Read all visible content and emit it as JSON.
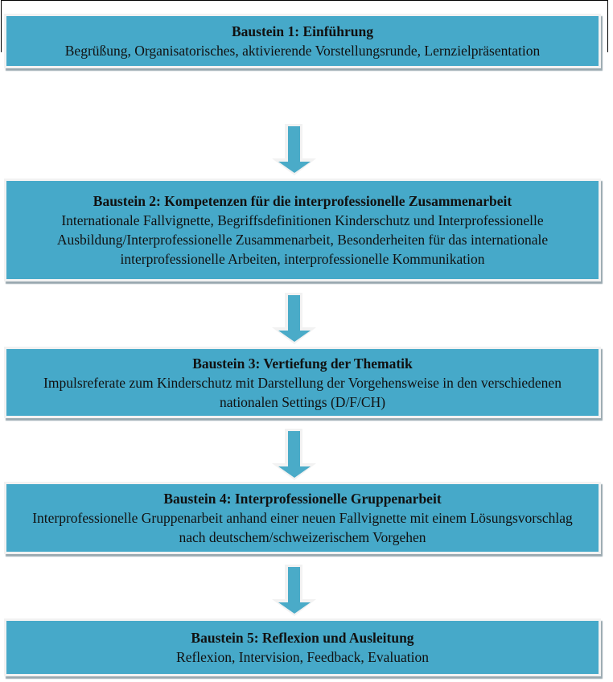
{
  "blocks": [
    {
      "title": "Baustein 1: Einführung",
      "text": "Begrüßung, Organisatorisches, aktivierende Vorstellungsrunde, Lernzielpräsentation"
    },
    {
      "title": "Baustein 2: Kompetenzen für die interprofessionelle Zusammenarbeit",
      "text": "Internationale Fallvignette, Begriffsdefinitionen Kinderschutz und Interprofessionelle Ausbildung/Interprofessionelle Zusammenarbeit, Besonderheiten für das internationale interprofessionelle Arbeiten, interprofessionelle Kommunikation"
    },
    {
      "title": "Baustein 3: Vertiefung der Thematik",
      "text": "Impulsreferate zum Kinderschutz mit Darstellung der Vorgehensweise in den verschiedenen nationalen Settings (D/F/CH)"
    },
    {
      "title": "Baustein 4: Interprofessionelle Gruppenarbeit",
      "text": "Interprofessionelle Gruppenarbeit anhand einer neuen Fallvignette mit einem Lösungsvorschlag nach deutschem/schweizerischem Vorgehen"
    },
    {
      "title": "Baustein 5: Reflexion und Ausleitung",
      "text": "Reflexion, Intervision, Feedback, Evaluation"
    }
  ],
  "colors": {
    "box": "#46a9c9",
    "arrow": "#4aabc8"
  }
}
